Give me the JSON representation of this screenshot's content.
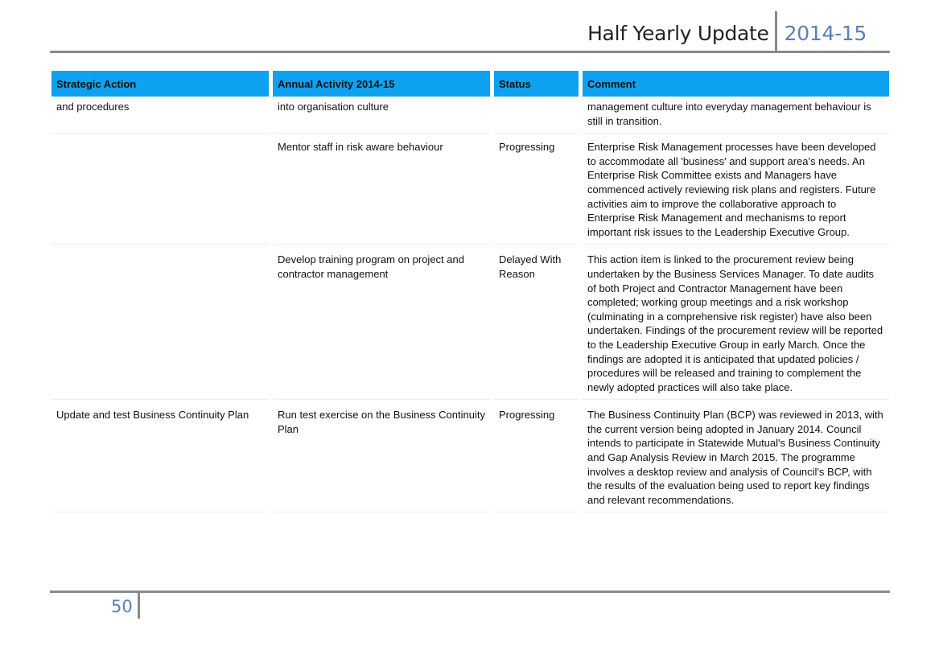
{
  "header": {
    "title": "Half Yearly Update",
    "year": "2014-15"
  },
  "table": {
    "columns": [
      "Strategic Action",
      "Annual Activity 2014-15",
      "Status",
      "Comment"
    ],
    "rows": [
      {
        "strategic_action": "and procedures",
        "annual_activity": "into organisation culture",
        "status": "",
        "comment": "management culture into everyday management behaviour is still in transition."
      },
      {
        "strategic_action": "",
        "annual_activity": "Mentor staff in risk aware behaviour",
        "status": "Progressing",
        "comment": "Enterprise Risk Management processes have been developed to accommodate all 'business' and support area's needs. An Enterprise Risk Committee exists and Managers have commenced actively reviewing risk plans and registers. Future activities aim to improve the collaborative approach to Enterprise Risk Management and mechanisms to report important risk issues to the Leadership Executive Group."
      },
      {
        "strategic_action": "",
        "annual_activity": "Develop training program on project and contractor management",
        "status": "Delayed With Reason",
        "comment": "This action item is linked to the procurement review being undertaken by the Business Services Manager. To date audits of both Project and Contractor Management have been completed; working group meetings and a risk workshop (culminating in a comprehensive risk register) have also been undertaken. Findings of the procurement review will be reported to the Leadership Executive Group in early March. Once the findings are adopted it is anticipated that updated policies / procedures will be released and training to complement the newly adopted practices will also take place."
      },
      {
        "strategic_action": "Update and test Business Continuity Plan",
        "annual_activity": "Run test exercise on the Business Continuity Plan",
        "status": "Progressing",
        "comment": "The Business Continuity Plan (BCP) was reviewed in 2013, with the current version being adopted in January 2014. Council intends to participate in Statewide Mutual's Business Continuity and Gap Analysis Review in March 2015. The programme involves  a desktop review and analysis of Council's BCP, with the results of the evaluation being used to report key findings and relevant recommendations."
      }
    ]
  },
  "footer": {
    "page_number": "50"
  },
  "colors": {
    "header_fill": "#0ea1f0",
    "title_accent": "#5a80b8",
    "rule": "#8a8a8a"
  }
}
